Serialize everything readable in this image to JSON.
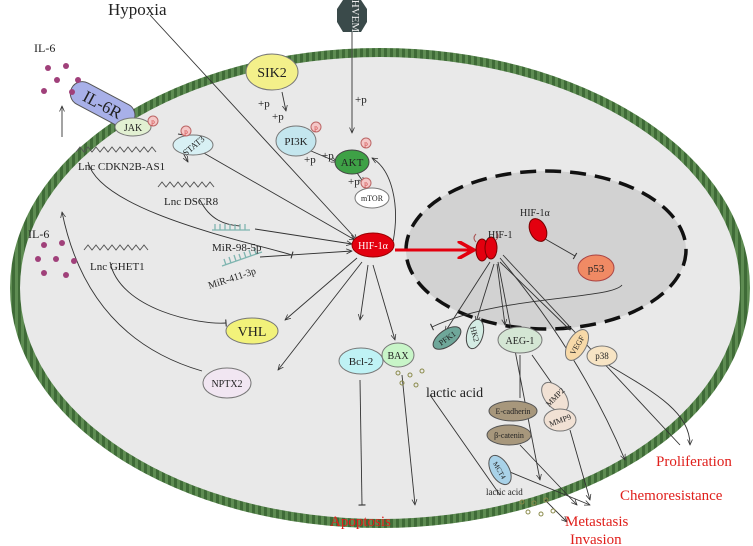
{
  "labels": {
    "hypoxia": "Hypoxia",
    "il6_top": "IL-6",
    "il6_left": "IL-6",
    "il6r": "IL-6R",
    "hvem": "HVEM",
    "sik2": "SIK2",
    "jak": "JAK",
    "stat3": "STAT3",
    "pi3k": "PI3K",
    "akt": "AKT",
    "mtor": "mTOR",
    "p": "p",
    "plus_p": "+p",
    "lnc_cdkn2b": "Lnc CDKN2B-AS1",
    "lnc_dscr8": "Lnc DSCR8",
    "lnc_ghet1": "Lnc GHET1",
    "mir98": "MiR-98-5p",
    "mir411": "MiR-411-3p",
    "hif1a": "HIF-1α",
    "hif1a_nuc": "HIF-1α",
    "hif1": "HIF-1",
    "p53": "p53",
    "vhl": "VHL",
    "nptx2": "NPTX2",
    "bcl2": "Bcl-2",
    "bax": "BAX",
    "pfk1": "PFK1",
    "hk2": "HK2",
    "aeg1": "AEG-1",
    "vegf": "VEGF",
    "p38": "p38",
    "lactic_acid": "lactic acid",
    "lactic_acid_small": "lactic acid",
    "mct4": "MCT4",
    "ecadherin": "E-cadherin",
    "bcatenin": "β-catenin",
    "mmp2": "MMP2",
    "mmp9": "MMP9"
  },
  "outcomes": {
    "proliferation": "Proliferation",
    "chemoresistance": "Chemoresistance",
    "apoptosis": "Apoptosis",
    "metastasis": "Metastasis",
    "invasion": "Invasion"
  },
  "colors": {
    "membrane": "#5a8a50",
    "cytoplasm": "#e9e9e9",
    "nucleus": "#d2d2d2",
    "hif": "#e3000f",
    "red_text": "#e0201c"
  }
}
